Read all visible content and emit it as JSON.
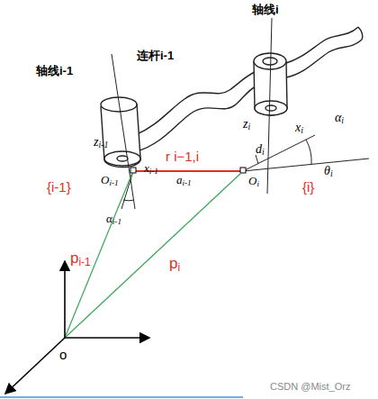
{
  "diagram": {
    "labels": [
      "轴线i-1",
      "连杆i-1",
      "轴线i",
      "zi-1",
      "zi",
      "xi",
      "αi",
      "xi-1",
      "ai-1",
      "di",
      "θi",
      "Oi-1",
      "Oi",
      "αi-1",
      "r i−1,i",
      "{i-1}",
      "{i}",
      "pi-1",
      "pi",
      "o",
      "CSDN @Mist_Orz"
    ]
  }
}
